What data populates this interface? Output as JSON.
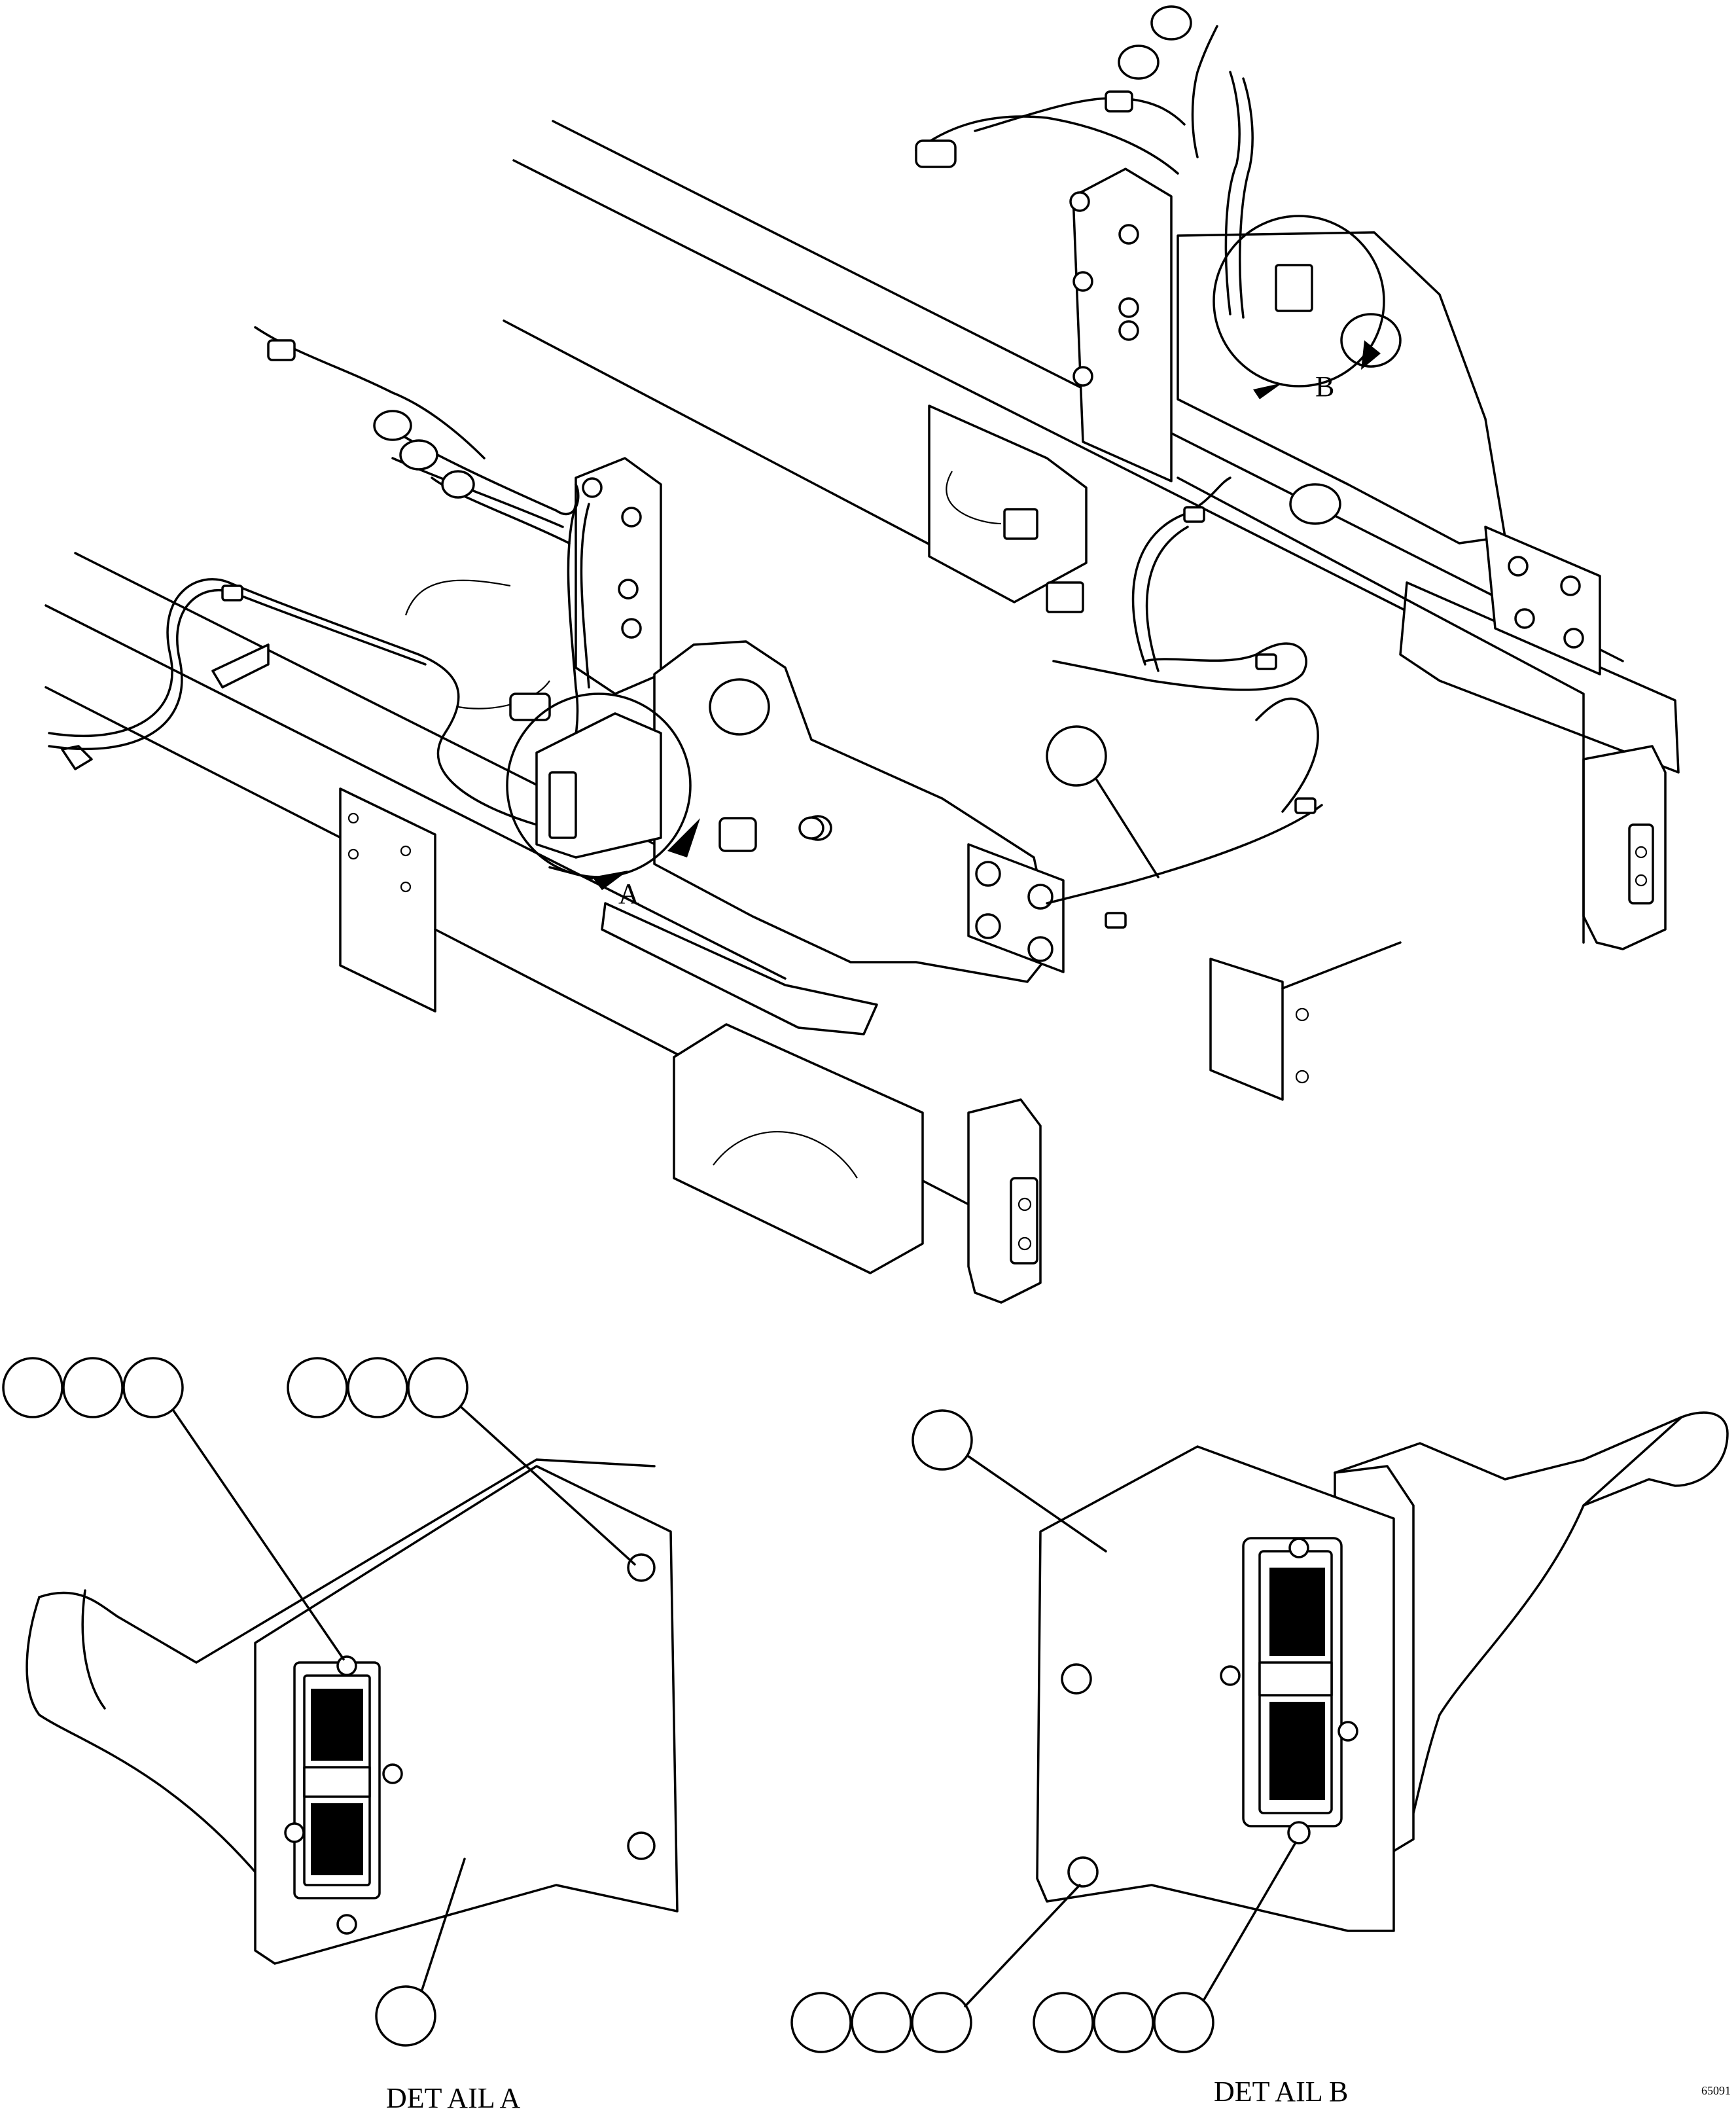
{
  "detail_labels": {
    "detail_a_letter": "A",
    "detail_b_letter": "B",
    "detail_a_title": "DET AIL A",
    "detail_b_title": "DET AIL B"
  },
  "drawing_number": "65091",
  "callout_balloons": {
    "main_harness": "",
    "detail_a_top_left": [
      "",
      "",
      ""
    ],
    "detail_a_top_right": [
      "",
      "",
      ""
    ],
    "detail_a_bottom": "",
    "detail_b_top": "",
    "detail_b_bottom_left": [
      "",
      "",
      ""
    ],
    "detail_b_bottom_right": [
      "",
      "",
      ""
    ]
  }
}
